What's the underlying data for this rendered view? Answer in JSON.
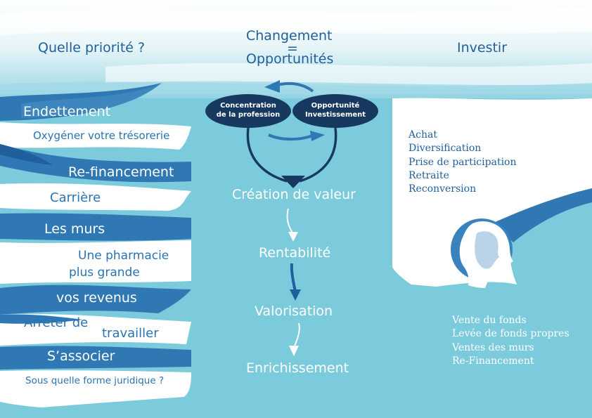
{
  "header": {
    "left": "Quelle priorité ?",
    "center_line1": "Changement",
    "center_equals": "=",
    "center_line2": "Opportunités",
    "right": "Investir"
  },
  "left_column": [
    {
      "text": "Endettement"
    },
    {
      "text": "Oxygéner votre trésorerie"
    },
    {
      "text": "Re-financement"
    },
    {
      "text": "Carrière"
    },
    {
      "text": "Les murs"
    },
    {
      "text": "Une pharmacie"
    },
    {
      "text": "plus grande"
    },
    {
      "text": "vos revenus"
    },
    {
      "text": "Arrêter de"
    },
    {
      "text": "travailler"
    },
    {
      "text": "S’associer"
    },
    {
      "text": "Sous quelle forme juridique ?"
    }
  ],
  "center": {
    "oval_left_line1": "Concentration",
    "oval_left_line2": "de la profession",
    "oval_right_line1": "Opportunité",
    "oval_right_line2": "Investissement",
    "steps": [
      "Création de valeur",
      "Rentabilité",
      "Valorisation",
      "Enrichissement"
    ]
  },
  "right_column": {
    "invest_items": [
      "Achat",
      "Diversification",
      "Prise de participation",
      "Retraite",
      "Reconversion"
    ],
    "exit_items": [
      "Vente du fonds",
      "Levée de fonds propres",
      "Ventes des murs",
      "Re-Financement"
    ],
    "icon": "head-profile-icon"
  },
  "colors": {
    "background": "#7ccbdc",
    "brand_blue": "#1f5f9c",
    "oval_dark": "#17385f",
    "white": "#ffffff"
  }
}
